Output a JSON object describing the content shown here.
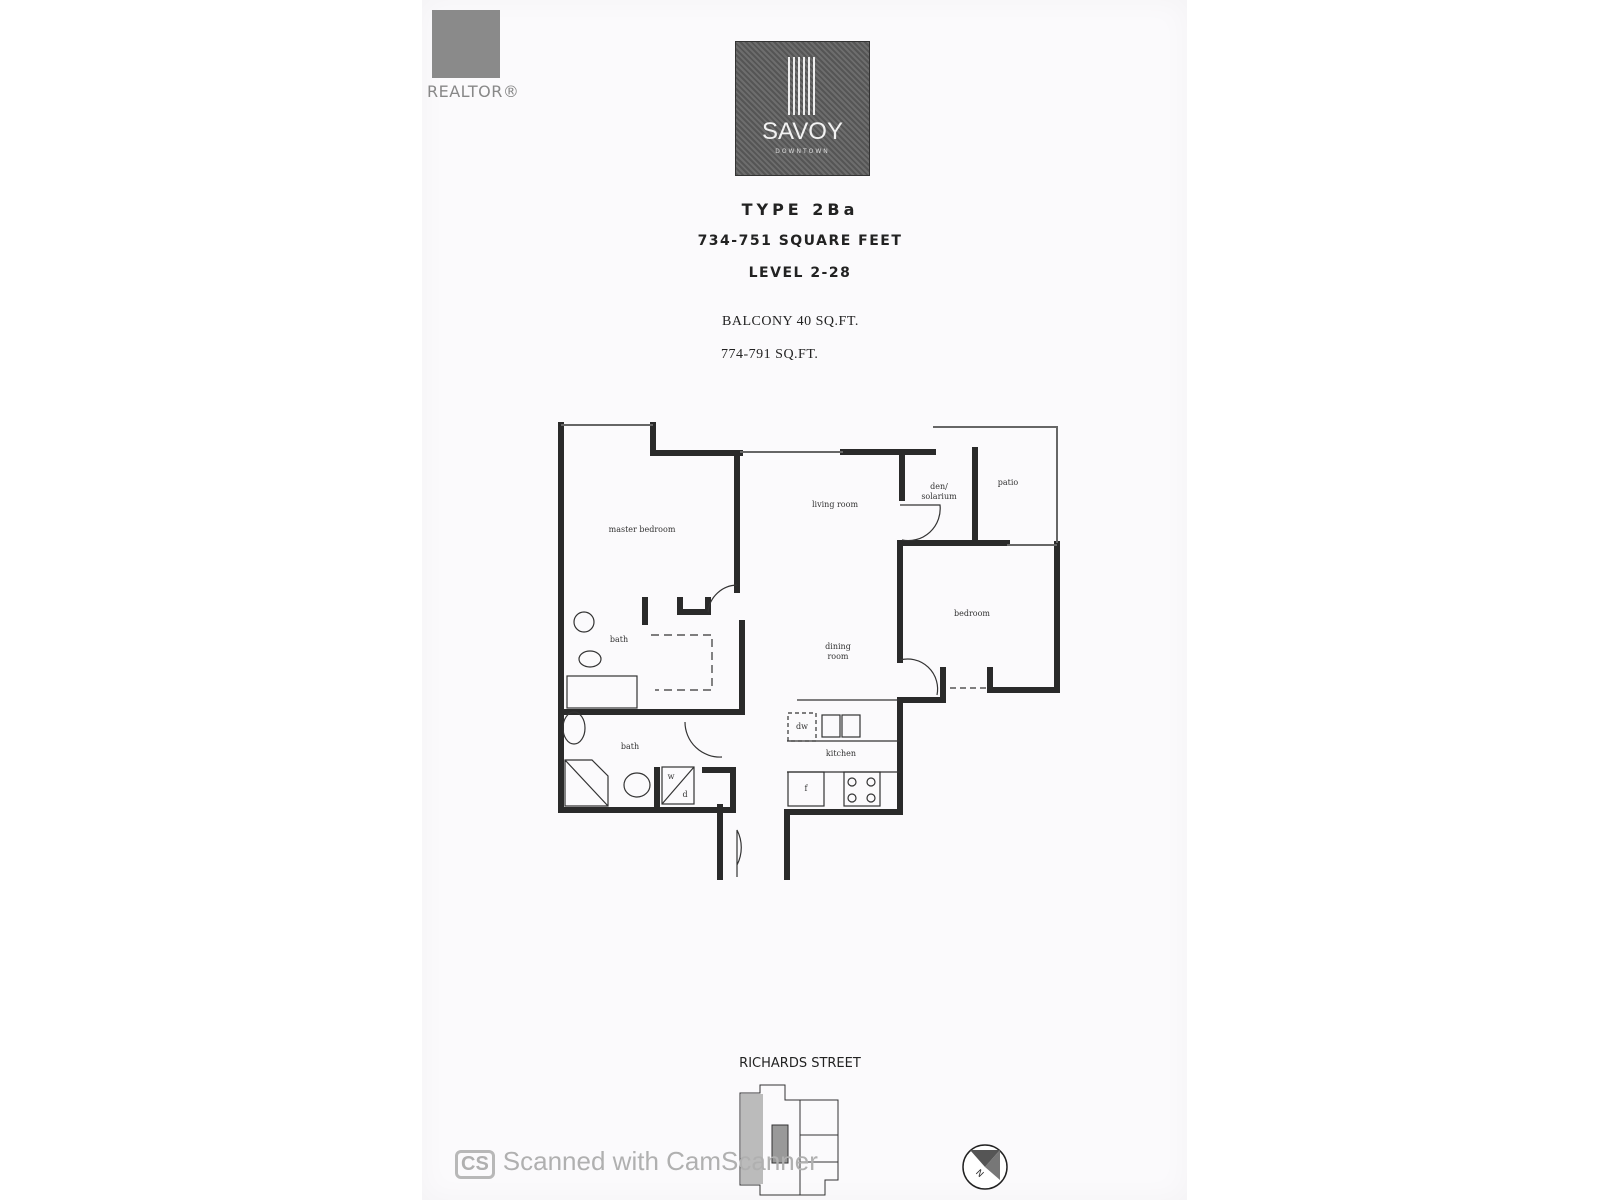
{
  "realtor_logo": {
    "text": "REALTOR®"
  },
  "savoy_logo": {
    "name": "SAVOY",
    "subtitle": "DOWNTOWN"
  },
  "header": {
    "type": "TYPE 2Ba",
    "area": "734-751 SQUARE FEET",
    "level": "LEVEL 2-28",
    "balcony": "BALCONY 40 SQ.FT.",
    "total": "774-791 SQ.FT."
  },
  "rooms": {
    "master_bedroom": "master bedroom",
    "living_room": "living room",
    "den": "den/ solarium",
    "patio": "patio",
    "bedroom": "bedroom",
    "bath1": "bath",
    "dining_room": "dining room",
    "bath2": "bath",
    "kitchen": "kitchen",
    "dw": "dw",
    "fridge": "f",
    "washer": "w",
    "dryer": "d"
  },
  "key_plan": {
    "street": "RICHARDS STREET"
  },
  "compass": {
    "label": "N",
    "icon": "north-arrow-icon"
  },
  "watermark": {
    "badge": "CS",
    "text": "Scanned with CamScanner"
  }
}
